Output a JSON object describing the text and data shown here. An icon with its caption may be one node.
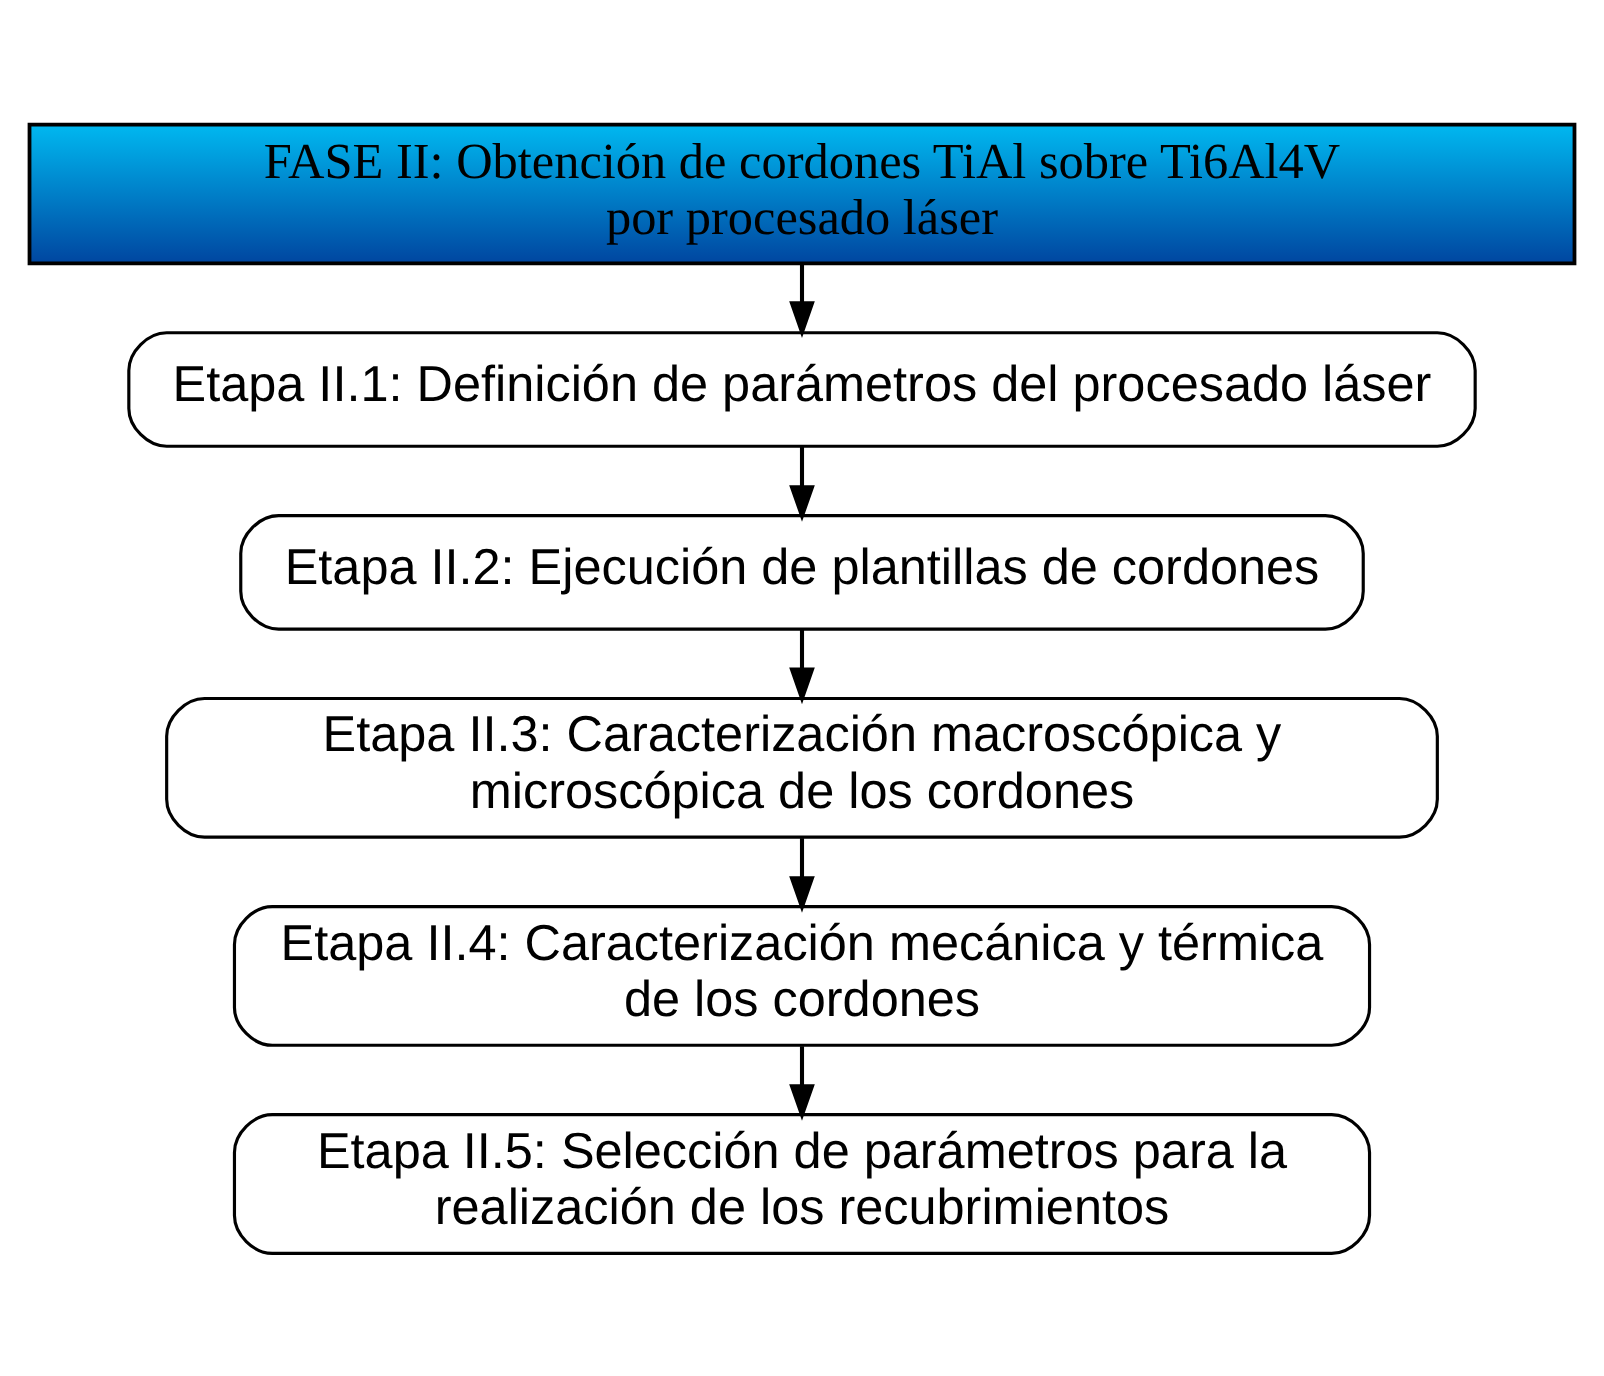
{
  "diagram": {
    "nodes": [
      {
        "text": [
          "FASE II: Obtención de cordones TiAl sobre Ti6Al4V por procesado láser"
        ]
      },
      {
        "text": [
          "Etapa II.1: Definición de parámetros del procesado láser"
        ]
      },
      {
        "text": [
          "Etapa II.2: Ejecución de plantillas de cordones"
        ]
      },
      {
        "text": [
          "Etapa II.3: Caracterización macroscópica y microscópica de los cordones"
        ]
      },
      {
        "text": [
          "Etapa II.4: Caracterización mecánica y térmica de los cordones"
        ]
      },
      {
        "text": [
          "Etapa II.5: Selección de parámetros para la realización de los recubrimientos"
        ]
      }
    ],
    "edges": [
      {
        "from": 0,
        "to": 1,
        "arrow": "to"
      },
      {
        "from": 1,
        "to": 2,
        "arrow": "to"
      },
      {
        "from": 2,
        "to": 3,
        "arrow": "to"
      },
      {
        "from": 3,
        "to": 4,
        "arrow": "to"
      },
      {
        "from": 4,
        "to": 5,
        "arrow": "to"
      }
    ]
  }
}
